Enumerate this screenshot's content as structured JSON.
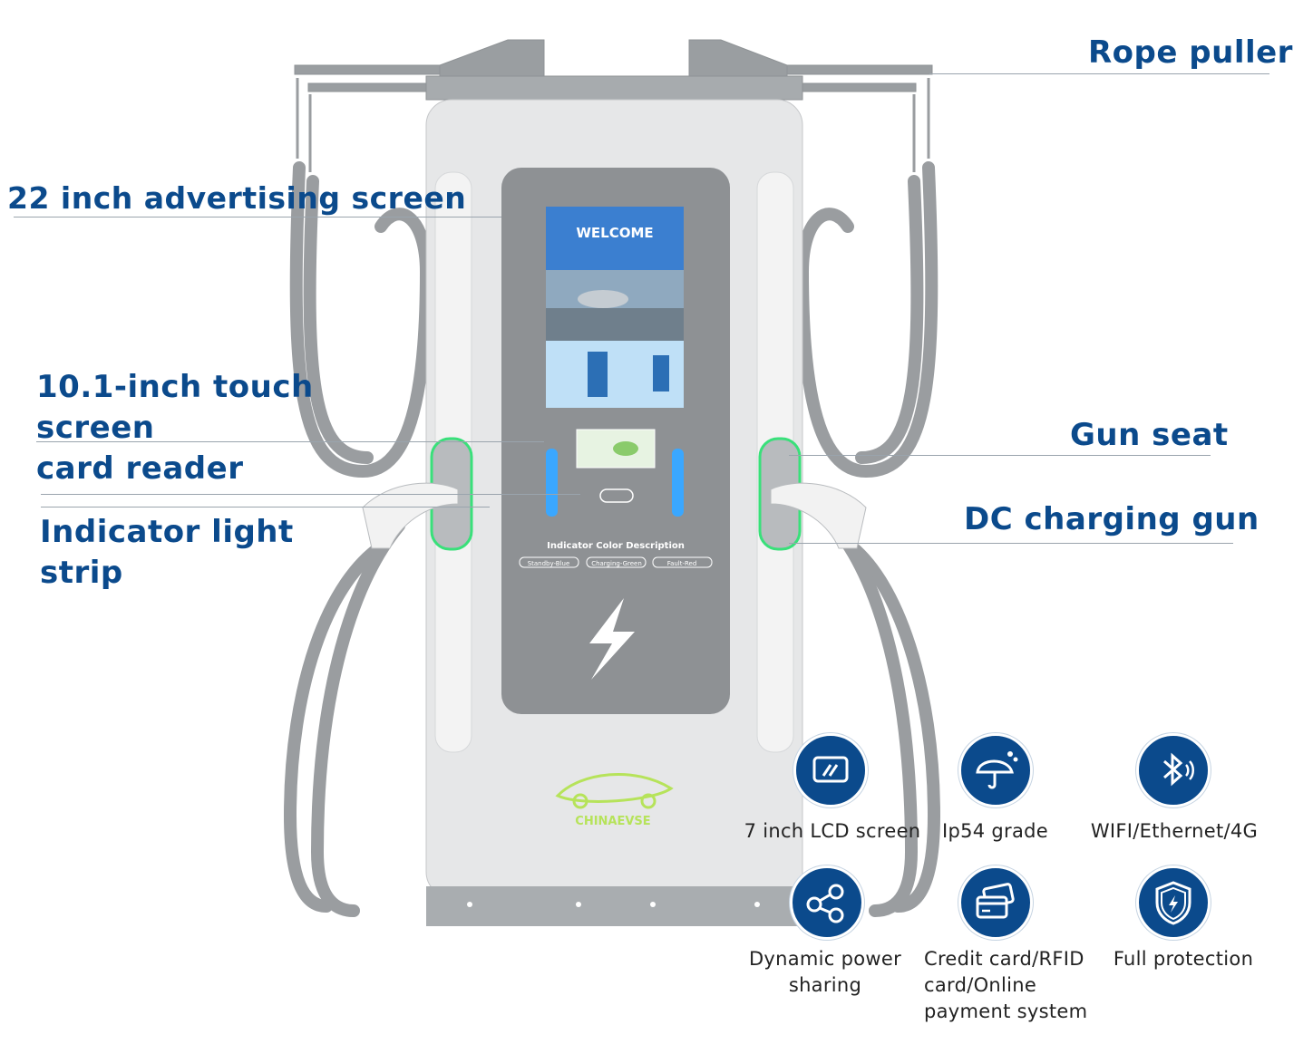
{
  "callouts": {
    "rope_puller": "Rope puller",
    "advertising_screen": "22 inch advertising  screen",
    "touch_screen": "10.1-inch touch\nscreen",
    "card_reader": "card reader",
    "indicator_strip": "Indicator light\nstrip",
    "gun_seat": "Gun seat",
    "dc_gun": "DC charging gun"
  },
  "device": {
    "screen_title": "WELCOME",
    "indicator_title": "Indicator Color Description",
    "indicator_states": [
      "Standby-Blue",
      "Charging-Green",
      "Fault-Red"
    ],
    "brand": "CHINAEVSE"
  },
  "features": [
    {
      "icon": "lcd-screen-icon",
      "label": "7 inch LCD screen"
    },
    {
      "icon": "umbrella-rain-icon",
      "label": "Ip54 grade"
    },
    {
      "icon": "bluetooth-wireless-icon",
      "label": "WIFI/Ethernet/4G"
    },
    {
      "icon": "share-network-icon",
      "label": "Dynamic power\nsharing"
    },
    {
      "icon": "credit-cards-icon",
      "label": "Credit card/RFID\ncard/Online\npayment system"
    },
    {
      "icon": "shield-bolt-icon",
      "label": "Full protection"
    }
  ],
  "colors": {
    "brand_blue": "#0b4a8c",
    "indicator_blue": "#3aa7ff",
    "indicator_green": "#39e07a",
    "brand_green": "#b6e35a"
  }
}
